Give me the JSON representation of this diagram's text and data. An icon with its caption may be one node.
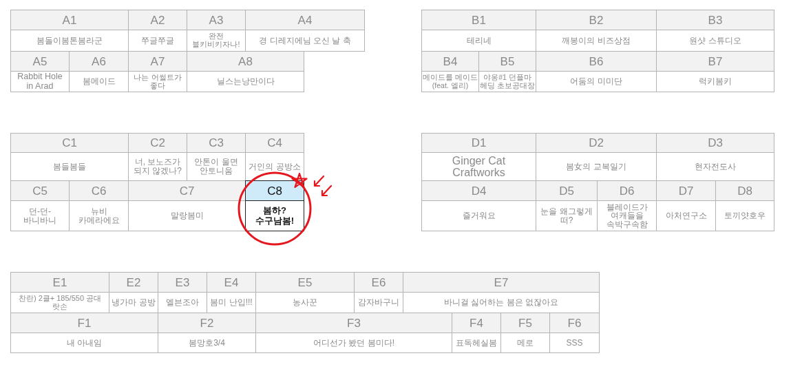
{
  "diagram": {
    "nodes": [
      {
        "text": [
          "A1",
          "봄돌이봄톤봄라군"
        ]
      },
      {
        "text": [
          "A2",
          "쭈글쭈글"
        ]
      },
      {
        "text": [
          "A3",
          "완전 블키비키자나!"
        ]
      },
      {
        "text": [
          "A4",
          "경 디레지에님 오신 날 축"
        ]
      },
      {
        "text": [
          "A5",
          "Rabbit Hole in Arad"
        ]
      },
      {
        "text": [
          "A6",
          "봄메이드"
        ]
      },
      {
        "text": [
          "A7",
          "나는 어썰트가 좋다"
        ]
      },
      {
        "text": [
          "A8",
          "닐스는낭만이다"
        ]
      },
      {
        "text": [
          "B1",
          "테리네"
        ]
      },
      {
        "text": [
          "B2",
          "깨봉이의 비즈상점"
        ]
      },
      {
        "text": [
          "B3",
          "원샷 스튜디오"
        ]
      },
      {
        "text": [
          "B4",
          "메이드를 메이드 (feat. 엘리)"
        ]
      },
      {
        "text": [
          "B5",
          "야옹#1 던플마 헤딩 초보공대장"
        ]
      },
      {
        "text": [
          "B6",
          "어둠의 미미단"
        ]
      },
      {
        "text": [
          "B7",
          "럭키봄키"
        ]
      },
      {
        "text": [
          "C1",
          "봄들봄들"
        ]
      },
      {
        "text": [
          "C2",
          "너, 보노즈가 되지 않겠나?"
        ]
      },
      {
        "text": [
          "C3",
          "안톤이 울면 안토니움"
        ]
      },
      {
        "text": [
          "C4",
          "거인의 공방소"
        ]
      },
      {
        "text": [
          "C5",
          "던-던- 바니바니"
        ]
      },
      {
        "text": [
          "C6",
          "뉴비 카메라에요"
        ]
      },
      {
        "text": [
          "C7",
          "말랑봄미"
        ]
      },
      {
        "text": [
          "C8",
          "봄하? 수구남봄!"
        ]
      },
      {
        "text": [
          "D1",
          "Ginger Cat Craftworks"
        ]
      },
      {
        "text": [
          "D2",
          "봄女의 교복일기"
        ]
      },
      {
        "text": [
          "D3",
          "현자전도사"
        ]
      },
      {
        "text": [
          "D4",
          "즐거워요"
        ]
      },
      {
        "text": [
          "D5",
          "눈을 왜그렇게 떠?"
        ]
      },
      {
        "text": [
          "D6",
          "블레이드가 여캐들을 속박구속함"
        ]
      },
      {
        "text": [
          "D7",
          "아처연구소"
        ]
      },
      {
        "text": [
          "D8",
          "토끼얏호우"
        ]
      },
      {
        "text": [
          "E1",
          "찬란) 2클+ 185/550 공대 랏손"
        ]
      },
      {
        "text": [
          "E2",
          "냉가마 공방"
        ]
      },
      {
        "text": [
          "E3",
          "엘븐조아"
        ]
      },
      {
        "text": [
          "E4",
          "봄미 난입!!!"
        ]
      },
      {
        "text": [
          "E5",
          "농사꾼"
        ]
      },
      {
        "text": [
          "E6",
          "감자바구니"
        ]
      },
      {
        "text": [
          "E7",
          "바니걸 싫어하는 봄은 없잖아요"
        ]
      },
      {
        "text": [
          "F1",
          "내 아내임"
        ]
      },
      {
        "text": [
          "F2",
          "봄망호3/4"
        ]
      },
      {
        "text": [
          "F3",
          "어디선가 봤던 봄미다!"
        ]
      },
      {
        "text": [
          "F4",
          "표독헤실봄"
        ]
      },
      {
        "text": [
          "F5",
          "메로"
        ]
      },
      {
        "text": [
          "F6",
          "SSS"
        ]
      }
    ]
  }
}
